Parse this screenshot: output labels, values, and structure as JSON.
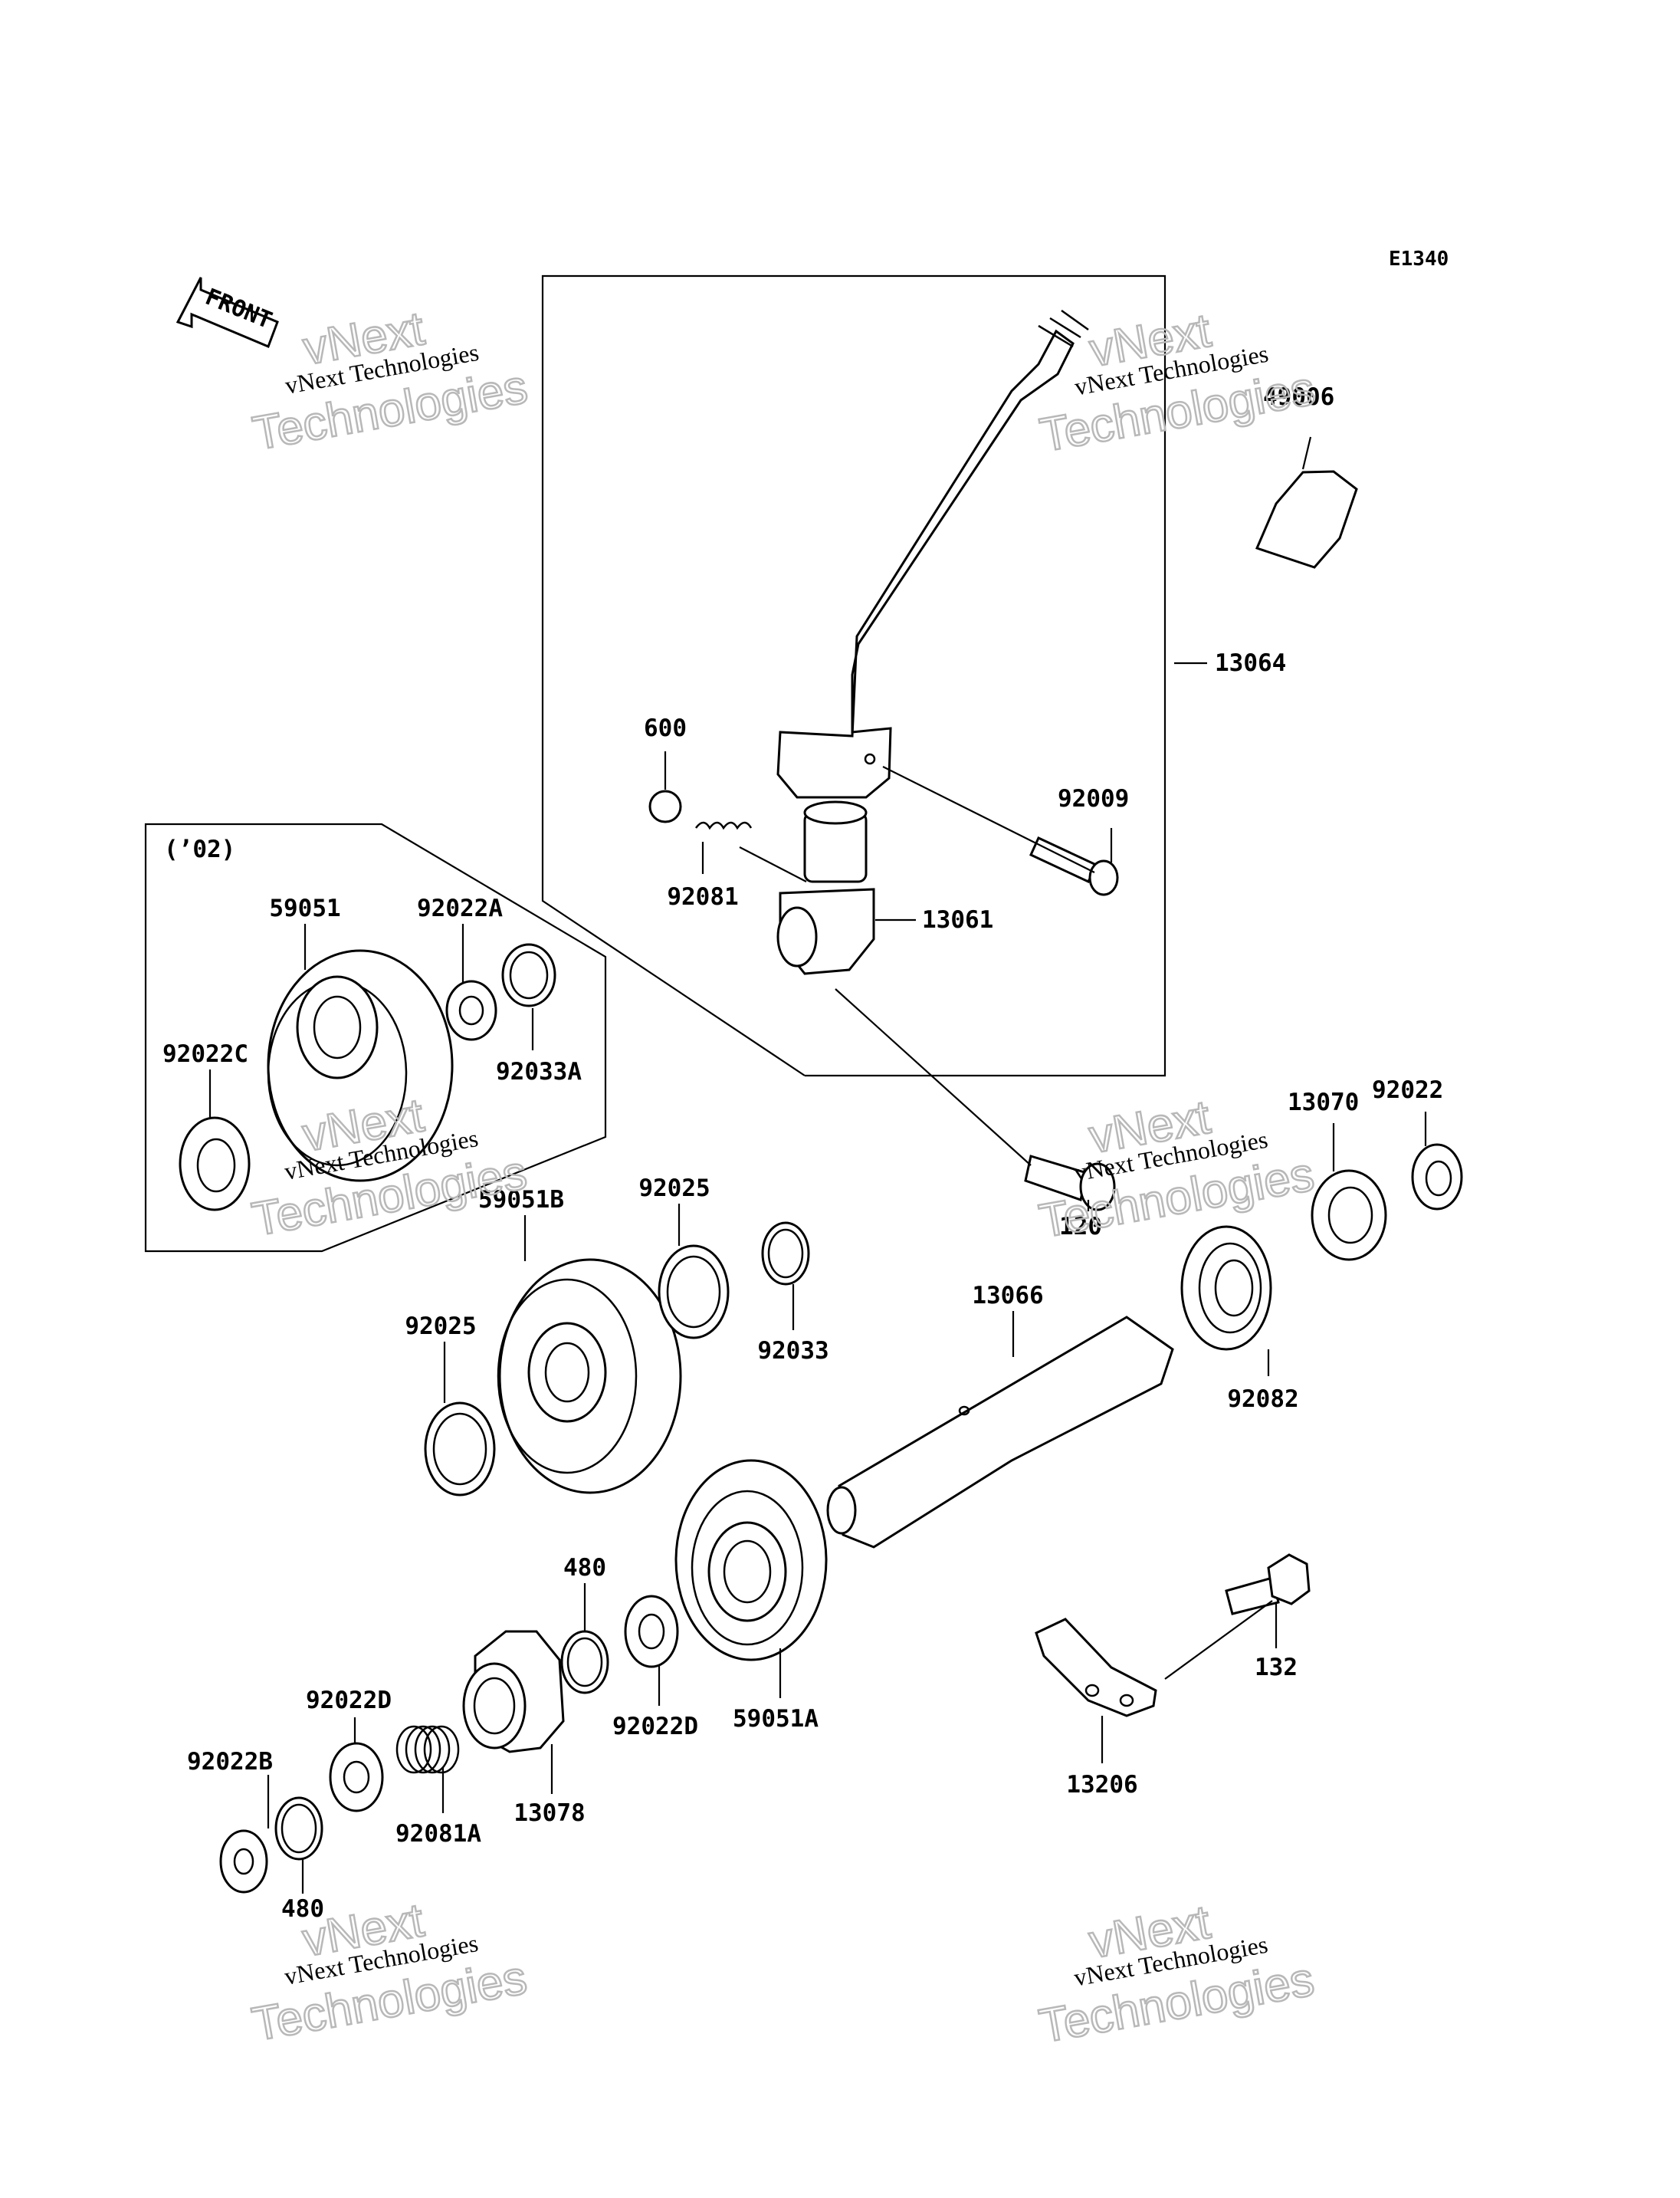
{
  "figure_code": "E1340",
  "front_label": "FRONT",
  "inset_label": "(’02)",
  "watermark": {
    "line1": "vNext",
    "line2": "vNext Technologies",
    "line3": "Technologies"
  },
  "callouts": {
    "p49006": "49006",
    "p13064": "13064",
    "p600": "600",
    "p92009": "92009",
    "p92081": "92081",
    "p13061": "13061",
    "p120": "120",
    "p92022": "92022",
    "p13070": "13070",
    "p92082": "92082",
    "p13066": "13066",
    "p59051": "59051",
    "p92022A": "92022A",
    "p92022C": "92022C",
    "p92033A": "92033A",
    "p59051B": "59051B",
    "p92025a": "92025",
    "p92025b": "92025",
    "p92033": "92033",
    "p480a": "480",
    "p92022D_a": "92022D",
    "p92022D_b": "92022D",
    "p59051A": "59051A",
    "p132": "132",
    "p13206": "13206",
    "p92022B": "92022B",
    "p92081A": "92081A",
    "p13078": "13078",
    "p480b": "480"
  }
}
